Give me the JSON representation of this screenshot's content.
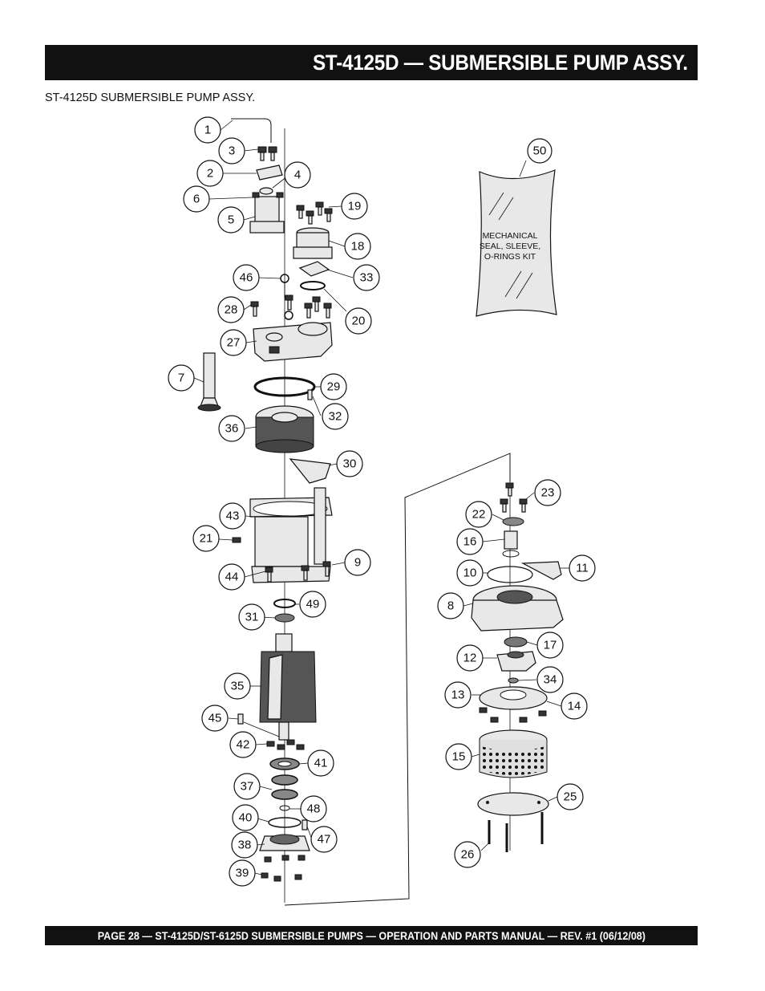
{
  "header": {
    "title": "ST-4125D — SUBMERSIBLE PUMP ASSY."
  },
  "subtitle": "ST-4125D SUBMERSIBLE PUMP ASSY.",
  "kit": {
    "lines": [
      "MECHANICAL",
      "SEAL, SLEEVE,",
      "O-RINGS KIT"
    ]
  },
  "callouts": {
    "c1": "1",
    "c2": "2",
    "c3": "3",
    "c4": "4",
    "c5": "5",
    "c6": "6",
    "c7": "7",
    "c8": "8",
    "c9": "9",
    "c10": "10",
    "c11": "11",
    "c12": "12",
    "c13": "13",
    "c14": "14",
    "c15": "15",
    "c16": "16",
    "c17": "17",
    "c18": "18",
    "c19": "19",
    "c20": "20",
    "c21": "21",
    "c22": "22",
    "c23": "23",
    "c25": "25",
    "c26": "26",
    "c27": "27",
    "c28": "28",
    "c29": "29",
    "c30": "30",
    "c31": "31",
    "c32": "32",
    "c33": "33",
    "c34": "34",
    "c35": "35",
    "c36": "36",
    "c37": "37",
    "c38": "38",
    "c39": "39",
    "c40": "40",
    "c41": "41",
    "c42": "42",
    "c43": "43",
    "c44": "44",
    "c45": "45",
    "c46": "46",
    "c47": "47",
    "c48": "48",
    "c49": "49",
    "c50": "50"
  },
  "footer": {
    "text": "PAGE 28 — ST-4125D/ST-6125D  SUBMERSIBLE PUMPS  — OPERATION AND PARTS MANUAL — REV. #1 (06/12/08)"
  }
}
